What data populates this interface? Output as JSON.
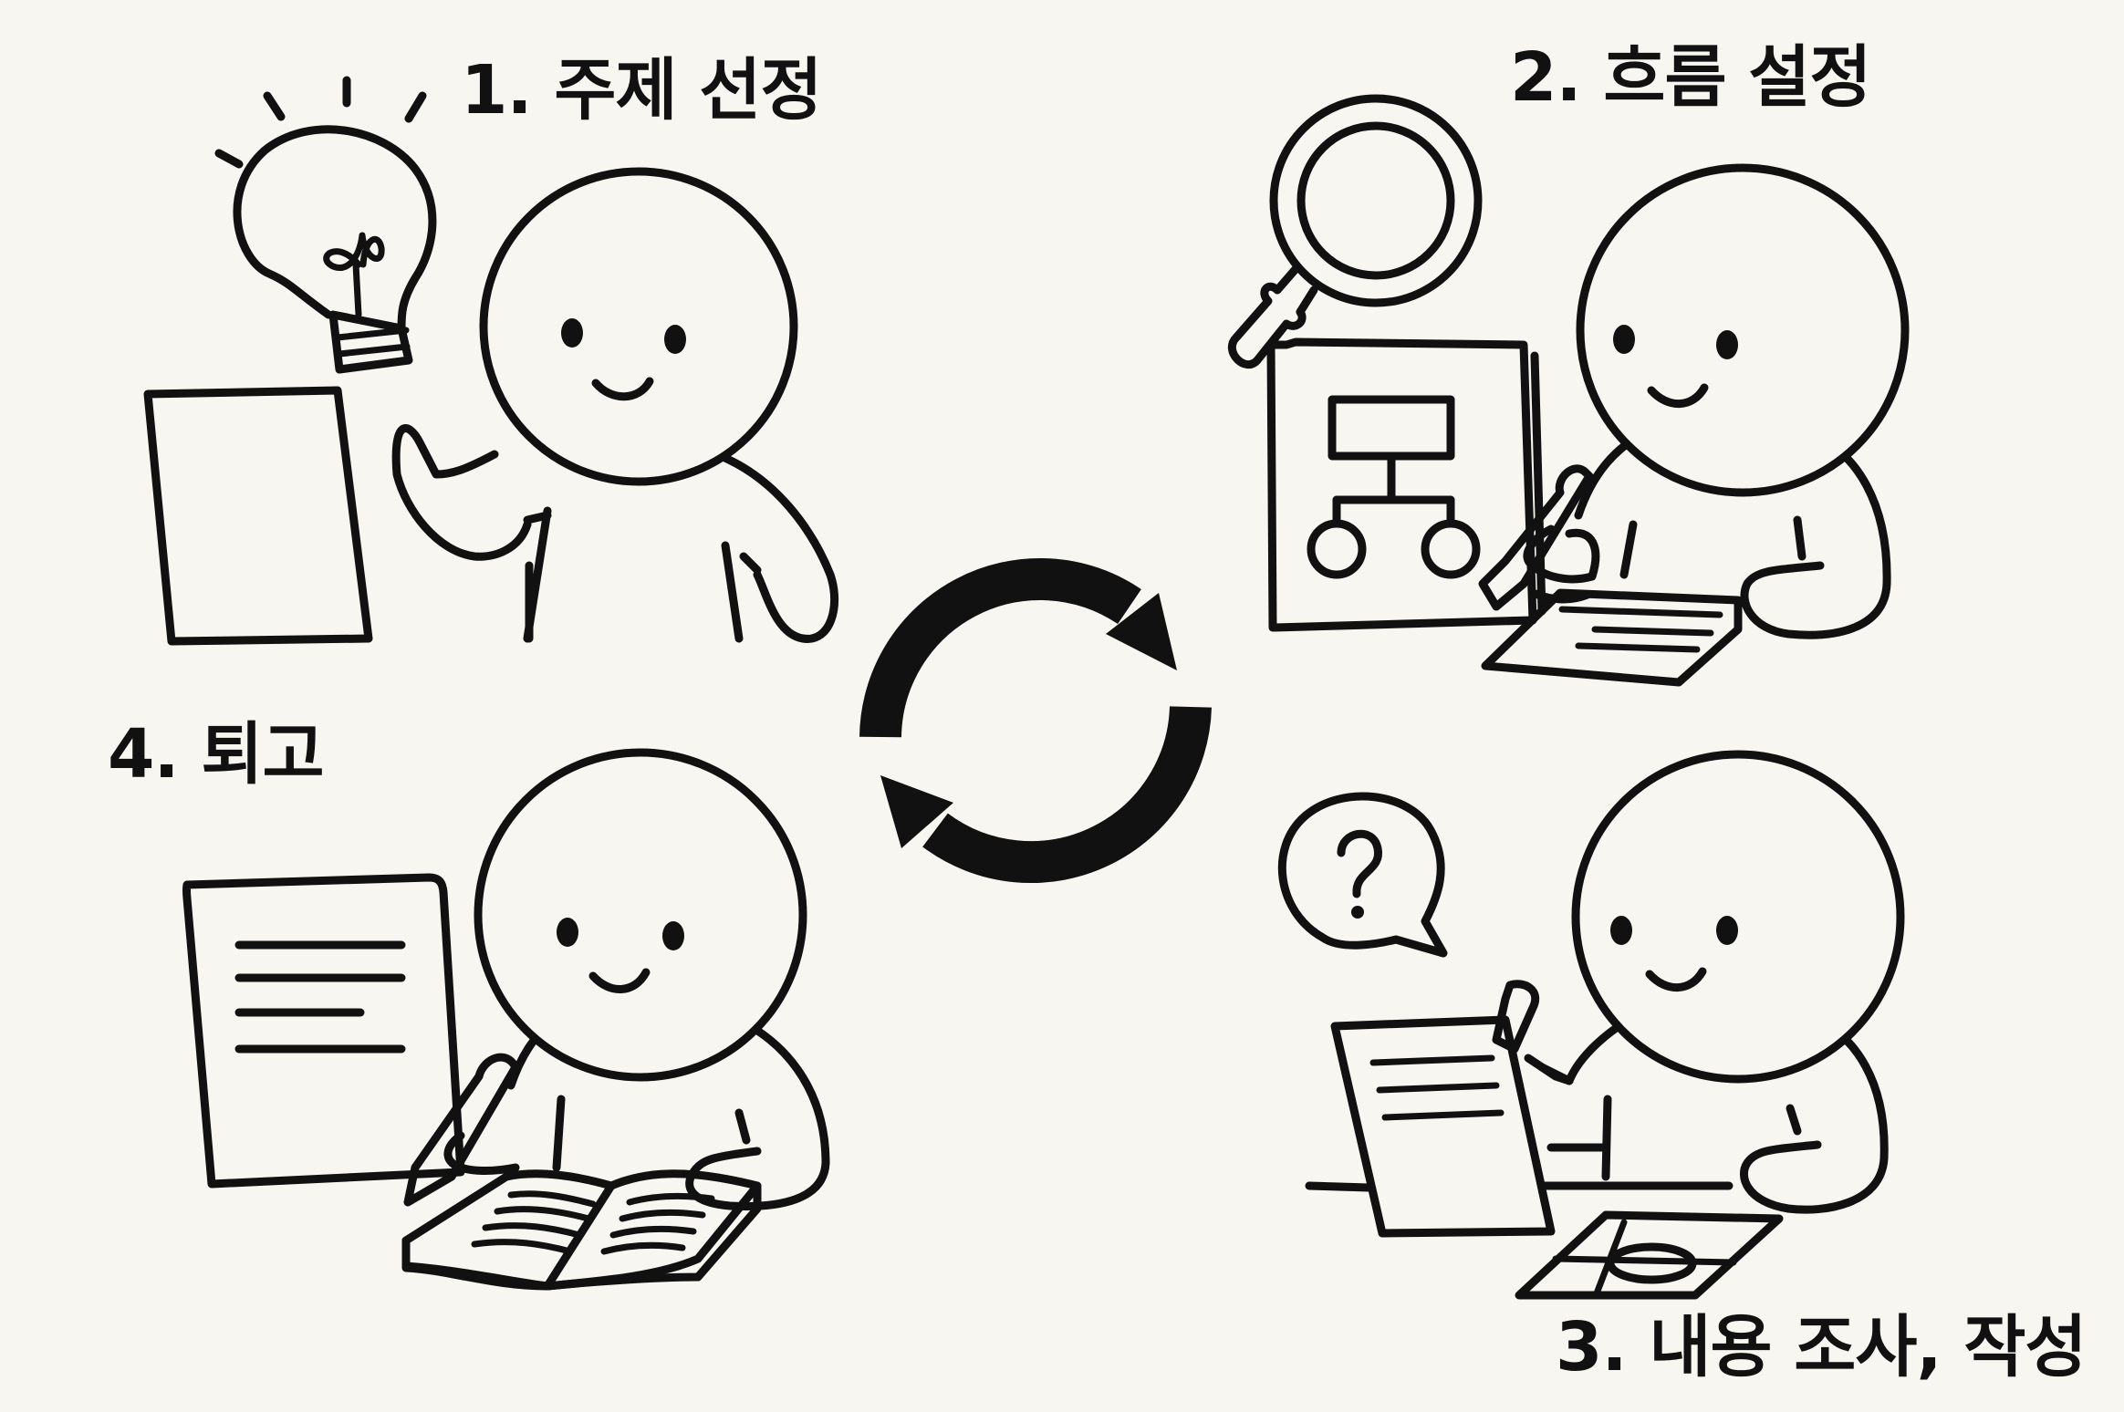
{
  "steps": [
    {
      "label": "1. 주제 선정"
    },
    {
      "label": "2. 흐름 설정"
    },
    {
      "label": "3. 내용 조사, 작성"
    },
    {
      "label": "4. 퇴고"
    }
  ],
  "center_icon": "refresh-cycle-icon",
  "colors": {
    "background": "#f7f6f1",
    "ink": "#111111"
  }
}
